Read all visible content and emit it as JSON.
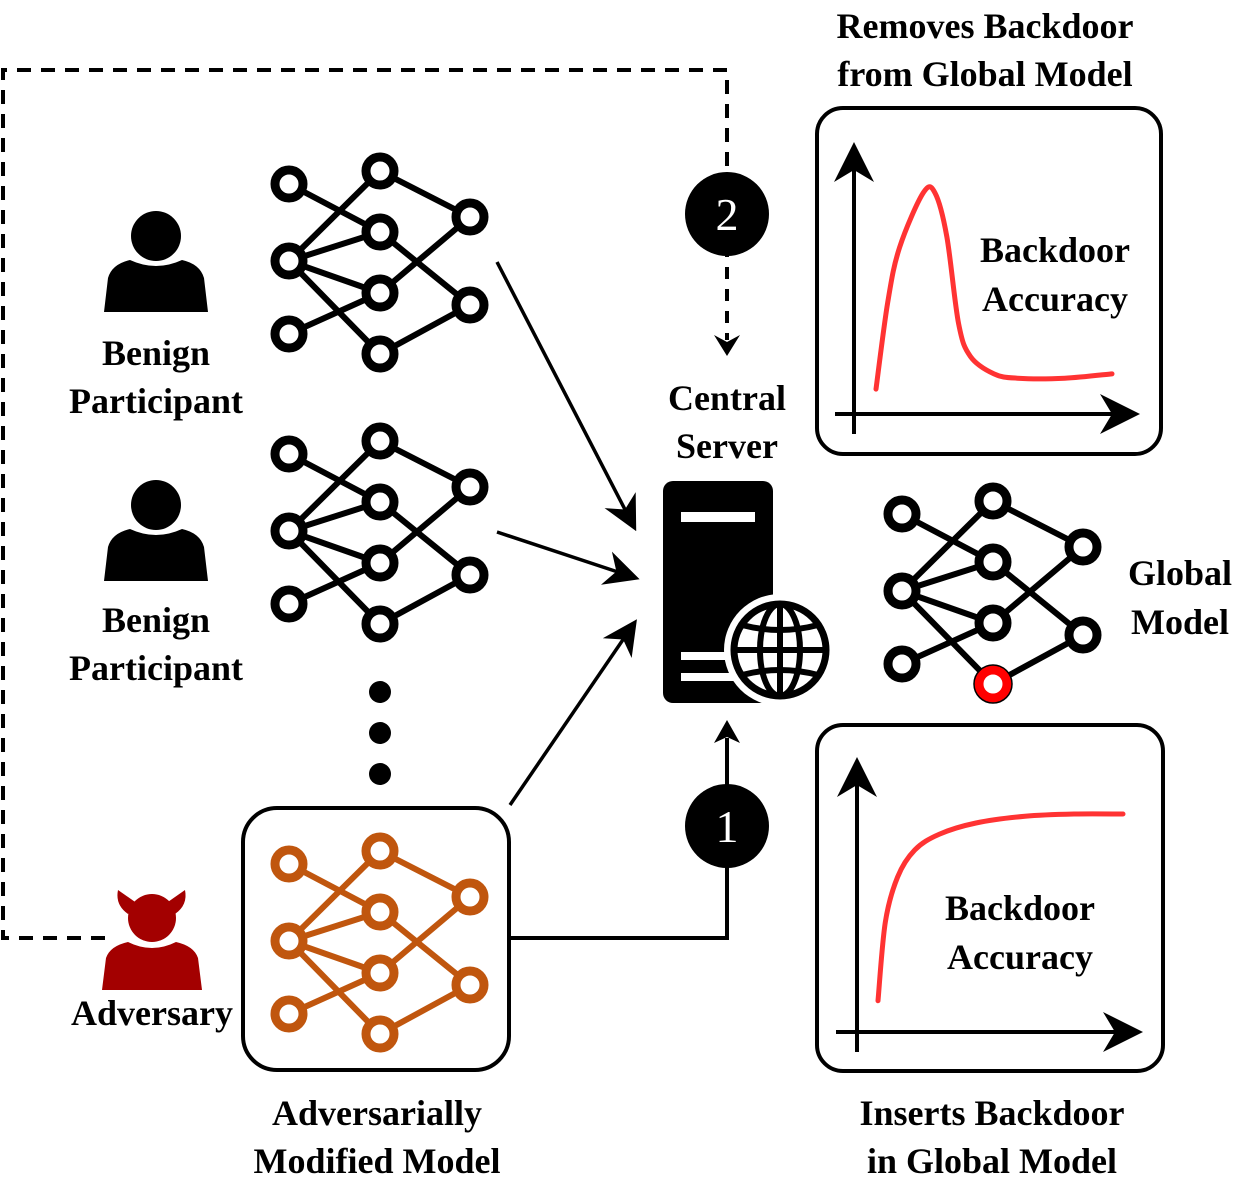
{
  "title": "Federated learning backdoor attack diagram",
  "participants": [
    {
      "label_line1": "Benign",
      "label_line2": "Participant",
      "icon": "person-icon"
    },
    {
      "label_line1": "Benign",
      "label_line2": "Participant",
      "icon": "person-icon"
    }
  ],
  "adversary": {
    "label": "Adversary",
    "icon": "devil-person-icon",
    "color": "#a30000"
  },
  "adversarial_model": {
    "label_line1": "Adversarially",
    "label_line2": "Modified Model",
    "color": "#c0560e"
  },
  "server": {
    "label_line1": "Central",
    "label_line2": "Server",
    "icon": "server-globe-icon"
  },
  "global_model": {
    "label_line1": "Global",
    "label_line2": "Model",
    "highlight_color": "#ff0000"
  },
  "steps": [
    {
      "number": "1",
      "description": "Adversarial model sent to server"
    },
    {
      "number": "2",
      "description": "Feedback to adversary (dashed)"
    }
  ],
  "colors": {
    "curve": "#ff3333",
    "stroke": "#000000"
  },
  "chart_data": [
    {
      "type": "line",
      "title": "Removes Backdoor from Global Model",
      "title_line1": "Removes Backdoor",
      "title_line2": "from Global Model",
      "label_line1": "Backdoor",
      "label_line2": "Accuracy",
      "xlabel": "",
      "ylabel": "",
      "x": [
        0,
        0.05,
        0.1,
        0.2,
        0.25,
        0.3,
        0.35,
        0.4,
        0.5,
        0.6,
        0.8,
        1.0
      ],
      "values": [
        0.05,
        0.45,
        0.7,
        0.95,
        0.95,
        0.75,
        0.35,
        0.2,
        0.12,
        0.1,
        0.1,
        0.12
      ],
      "ylim": [
        0,
        1
      ]
    },
    {
      "type": "line",
      "title": "Inserts Backdoor in Global Model",
      "title_line1": "Inserts Backdoor",
      "title_line2": "in Global Model",
      "label_line1": "Backdoor",
      "label_line2": "Accuracy",
      "xlabel": "",
      "ylabel": "",
      "x": [
        0,
        0.03,
        0.08,
        0.15,
        0.25,
        0.4,
        0.6,
        0.8,
        1.0
      ],
      "values": [
        0.05,
        0.4,
        0.6,
        0.72,
        0.79,
        0.84,
        0.87,
        0.88,
        0.88
      ],
      "ylim": [
        0,
        1
      ]
    }
  ]
}
